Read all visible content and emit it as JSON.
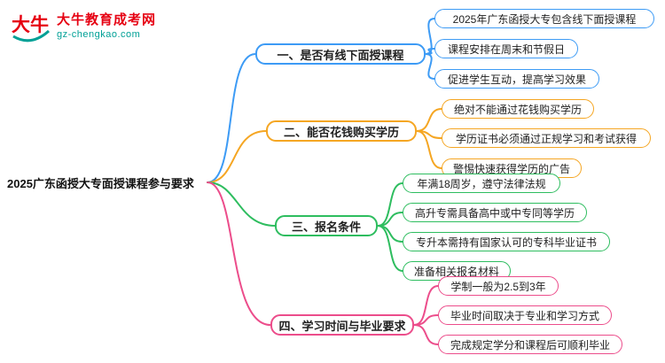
{
  "logo": {
    "mark_text": "大牛",
    "title": "大牛教育成考网",
    "subtitle": "gz-chengkao.com",
    "brand_red": "#e60012",
    "brand_teal": "#00a096"
  },
  "root": {
    "label": "2025广东函授大专面授课程参与要求"
  },
  "branches": [
    {
      "label": "一、是否有线下面授课程",
      "color": "#3d9bf5",
      "children": [
        "2025年广东函授大专包含线下面授课程",
        "课程安排在周末和节假日",
        "促进学生互动，提高学习效果"
      ]
    },
    {
      "label": "二、能否花钱购买学历",
      "color": "#f5a623",
      "children": [
        "绝对不能通过花钱购买学历",
        "学历证书必须通过正规学习和考试获得",
        "警惕快速获得学历的广告"
      ]
    },
    {
      "label": "三、报名条件",
      "color": "#2ebd5f",
      "children": [
        "年满18周岁，遵守法律法规",
        "高升专需具备高中或中专同等学历",
        "专升本需持有国家认可的专科毕业证书",
        "准备相关报名材料"
      ]
    },
    {
      "label": "四、学习时间与毕业要求",
      "color": "#ec4d8b",
      "children": [
        "学制一般为2.5到3年",
        "毕业时间取决于专业和学习方式",
        "完成规定学分和课程后可顺利毕业"
      ]
    }
  ]
}
